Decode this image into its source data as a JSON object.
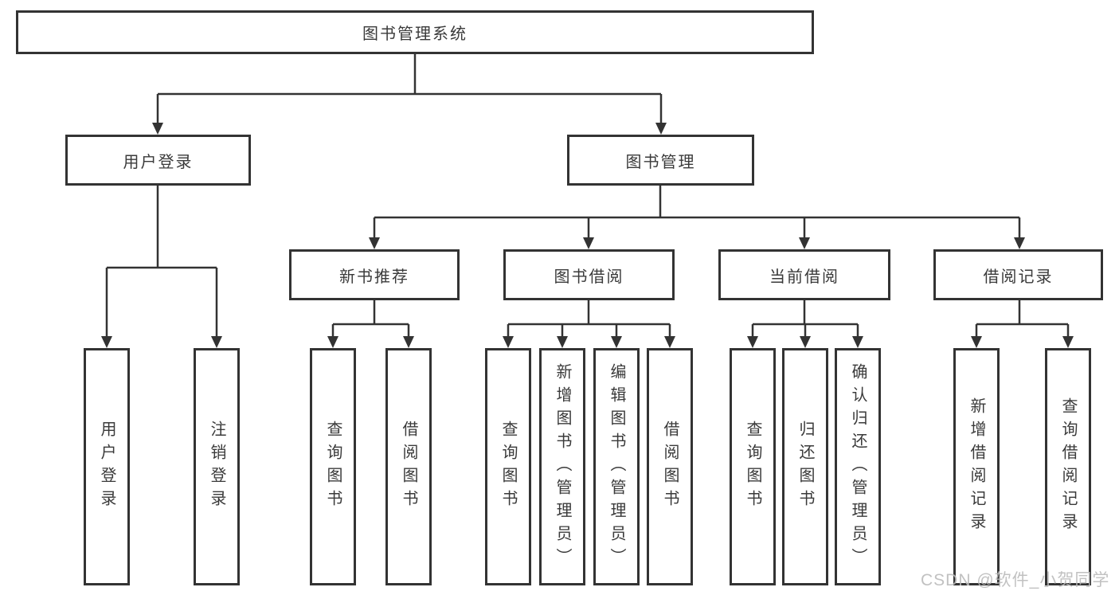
{
  "nodes": {
    "root": "图书管理系统",
    "user_login": "用户登录",
    "book_mgmt": "图书管理",
    "new_book_rec": "新书推荐",
    "book_borrow": "图书借阅",
    "current_borrow": "当前借阅",
    "borrow_records": "借阅记录",
    "user_login_leaf": "用户登录",
    "logout_leaf": "注销登录",
    "query_book_1": "查询图书",
    "borrow_book_1": "借阅图书",
    "query_book_2": "查询图书",
    "add_book_admin": "新增图书（管理员）",
    "edit_book_admin": "编辑图书（管理员）",
    "borrow_book_2": "借阅图书",
    "query_book_3": "查询图书",
    "return_book": "归还图书",
    "confirm_return_admin": "确认归还（管理员）",
    "add_borrow_record": "新增借阅记录",
    "query_borrow_record": "查询借阅记录"
  },
  "watermark": "CSDN @软件_小贺同学",
  "colors": {
    "line": "#333333",
    "text": "#3a3a3a",
    "watermark": "#bbbbbb",
    "background": "#ffffff"
  }
}
